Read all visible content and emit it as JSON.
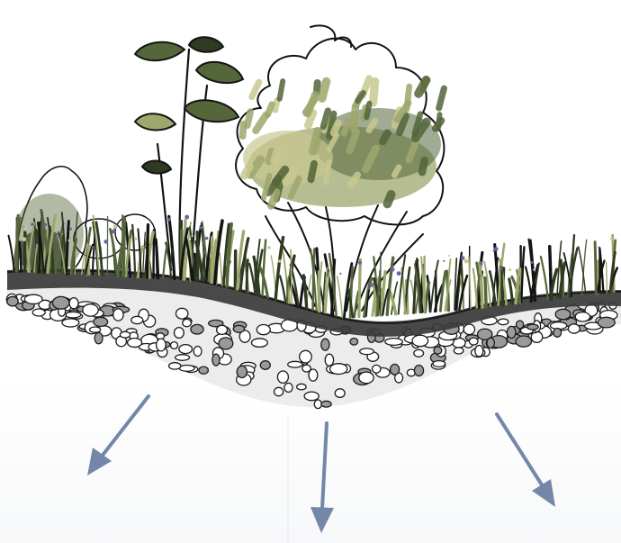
{
  "illustration": {
    "subject": "",
    "flow_directions": [
      "down-left",
      "down",
      "down-right"
    ]
  },
  "colors": {
    "arrow": "#7487a8",
    "foliage_light": "#c9c88f",
    "foliage_mid": "#9ea76d",
    "foliage_dark": "#54663a",
    "grass": "#2f3a22",
    "soil": "#3a3a3a",
    "stone_outline": "#1c1c1c",
    "accent_purple": "#6b64a6"
  }
}
